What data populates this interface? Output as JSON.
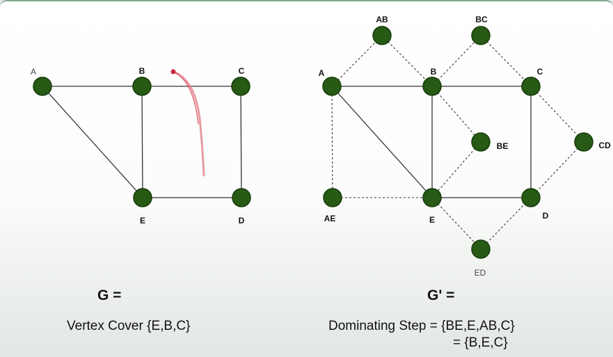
{
  "graph_g": {
    "nodes": [
      {
        "id": "A",
        "label": "A"
      },
      {
        "id": "B",
        "label": "B"
      },
      {
        "id": "C",
        "label": "C"
      },
      {
        "id": "E",
        "label": "E"
      },
      {
        "id": "D",
        "label": "D"
      }
    ],
    "edges": [
      [
        "A",
        "B"
      ],
      [
        "B",
        "C"
      ],
      [
        "A",
        "E"
      ],
      [
        "B",
        "E"
      ],
      [
        "C",
        "D"
      ],
      [
        "E",
        "D"
      ]
    ],
    "title": "G =",
    "caption": "Vertex Cover {E,B,C}"
  },
  "graph_g_prime": {
    "nodes": [
      {
        "id": "AB",
        "label": "AB"
      },
      {
        "id": "BC",
        "label": "BC"
      },
      {
        "id": "A",
        "label": "A"
      },
      {
        "id": "B",
        "label": "B"
      },
      {
        "id": "C",
        "label": "C"
      },
      {
        "id": "BE",
        "label": "BE"
      },
      {
        "id": "CD",
        "label": "CD"
      },
      {
        "id": "AE",
        "label": "AE"
      },
      {
        "id": "E",
        "label": "E"
      },
      {
        "id": "D",
        "label": "D"
      },
      {
        "id": "ED",
        "label": "ED"
      }
    ],
    "solid_edges": [
      [
        "A",
        "B"
      ],
      [
        "B",
        "C"
      ],
      [
        "A",
        "E"
      ],
      [
        "B",
        "E"
      ],
      [
        "C",
        "D"
      ],
      [
        "E",
        "D"
      ]
    ],
    "dashed_edges": [
      [
        "A",
        "AB"
      ],
      [
        "AB",
        "B"
      ],
      [
        "B",
        "BC"
      ],
      [
        "BC",
        "C"
      ],
      [
        "B",
        "BE"
      ],
      [
        "BE",
        "E"
      ],
      [
        "C",
        "CD"
      ],
      [
        "CD",
        "D"
      ],
      [
        "A",
        "AE"
      ],
      [
        "AE",
        "E"
      ],
      [
        "E",
        "ED"
      ],
      [
        "ED",
        "D"
      ]
    ],
    "title": "G' =",
    "caption_line1": "Dominating Step = {BE,E,AB,C}",
    "caption_line2": "= {B,E,C}"
  },
  "colors": {
    "node_fill": "#275a15",
    "node_stroke": "#153b09",
    "edge": "#333333",
    "annotation_stroke": "#e07a83"
  }
}
